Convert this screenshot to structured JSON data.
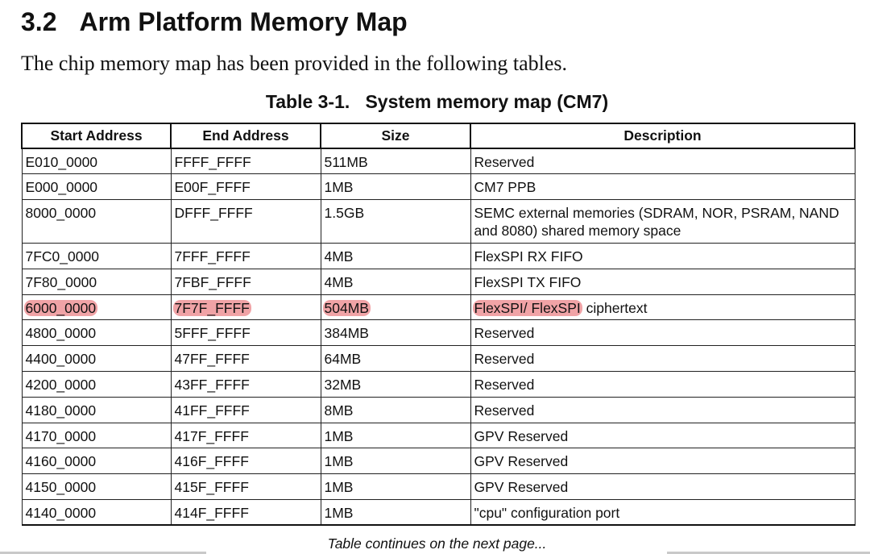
{
  "section": {
    "number": "3.2",
    "title": "Arm Platform Memory Map"
  },
  "intro": "The chip memory map has been provided in the following tables.",
  "table": {
    "caption": "Table 3-1.   System memory map (CM7)",
    "headers": [
      "Start Address",
      "End Address",
      "Size",
      "Description"
    ],
    "highlight_color": "#f0a3a6",
    "rows": [
      {
        "cells": [
          "E010_0000",
          "FFFF_FFFF",
          "511MB",
          "Reserved"
        ]
      },
      {
        "cells": [
          "E000_0000",
          "E00F_FFFF",
          "1MB",
          "CM7 PPB"
        ]
      },
      {
        "cells": [
          "8000_0000",
          "DFFF_FFFF",
          "1.5GB",
          "SEMC external memories (SDRAM, NOR, PSRAM, NAND and 8080) shared memory space"
        ]
      },
      {
        "cells": [
          "7FC0_0000",
          "7FFF_FFFF",
          "4MB",
          "FlexSPI RX FIFO"
        ]
      },
      {
        "cells": [
          "7F80_0000",
          "7FBF_FFFF",
          "4MB",
          "FlexSPI TX FIFO"
        ]
      },
      {
        "cells": [
          "6000_0000",
          "7F7F_FFFF",
          "504MB",
          "FlexSPI/ FlexSPI ciphertext"
        ],
        "highlighted": true,
        "desc_highlight_part": "FlexSPI/ FlexSPI",
        "desc_rest_part": " ciphertext"
      },
      {
        "cells": [
          "4800_0000",
          "5FFF_FFFF",
          "384MB",
          "Reserved"
        ]
      },
      {
        "cells": [
          "4400_0000",
          "47FF_FFFF",
          "64MB",
          "Reserved"
        ]
      },
      {
        "cells": [
          "4200_0000",
          "43FF_FFFF",
          "32MB",
          "Reserved"
        ]
      },
      {
        "cells": [
          "4180_0000",
          "41FF_FFFF",
          "8MB",
          "Reserved"
        ]
      },
      {
        "cells": [
          "4170_0000",
          "417F_FFFF",
          "1MB",
          "GPV Reserved"
        ]
      },
      {
        "cells": [
          "4160_0000",
          "416F_FFFF",
          "1MB",
          "GPV Reserved"
        ]
      },
      {
        "cells": [
          "4150_0000",
          "415F_FFFF",
          "1MB",
          "GPV Reserved"
        ]
      },
      {
        "cells": [
          "4140_0000",
          "414F_FFFF",
          "1MB",
          "\"cpu\" configuration port"
        ]
      }
    ],
    "continuation": "Table continues on the next page..."
  }
}
